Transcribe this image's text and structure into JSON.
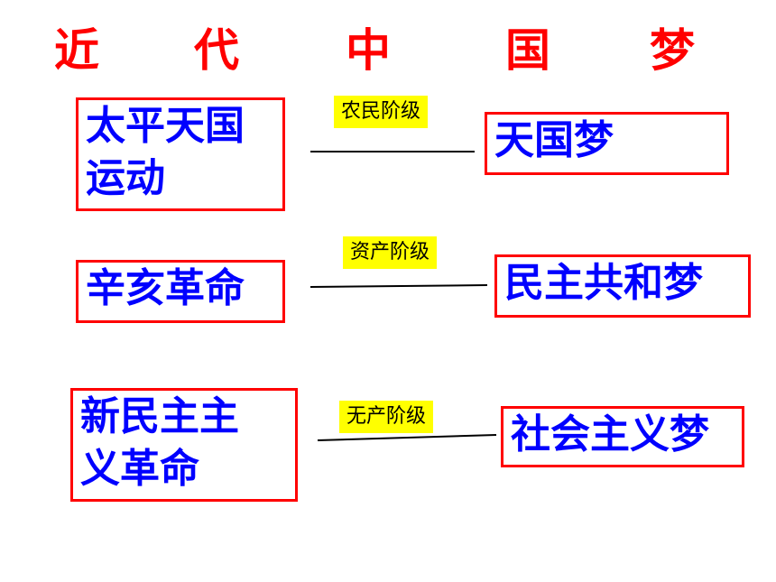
{
  "title": [
    "近",
    "代",
    "中",
    "国",
    "梦"
  ],
  "rows": [
    {
      "movement": "太平天国\n运动",
      "class_label": "农民阶级",
      "dream": "天国梦"
    },
    {
      "movement": "辛亥革命",
      "class_label": "资产阶级",
      "dream": "民主共和梦"
    },
    {
      "movement": "新民主主\n义革命",
      "class_label": "无产阶级",
      "dream": "社会主义梦"
    }
  ],
  "colors": {
    "title": "#ff0000",
    "box_border": "#ff0000",
    "box_text": "#0000ff",
    "tag_bg": "#ffff00"
  }
}
